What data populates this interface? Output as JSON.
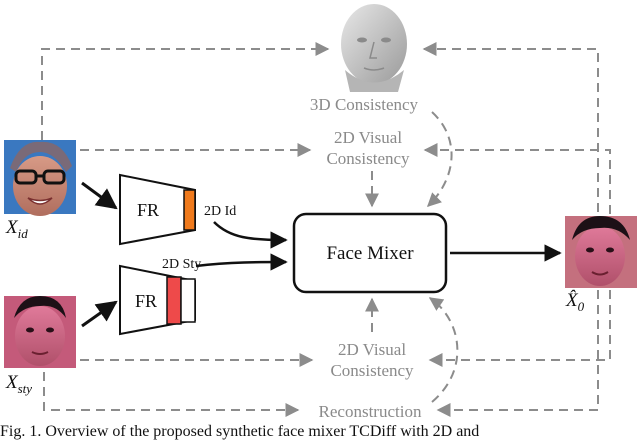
{
  "labels": {
    "consistency_3d": "3D Consistency",
    "visual_top_line1": "2D Visual",
    "visual_top_line2": "Consistency",
    "visual_bottom_line1": "2D Visual",
    "visual_bottom_line2": "Consistency",
    "reconstruction": "Reconstruction",
    "fr_top": "FR",
    "fr_bottom": "FR",
    "id_feature": "2D Id",
    "sty_feature": "2D Sty",
    "face_mixer": "Face Mixer"
  },
  "variables": {
    "x_id_base": "X",
    "x_id_sub": "id",
    "x_sty_base": "X",
    "x_sty_sub": "sty",
    "output_base": "X̂",
    "output_sub": "0"
  },
  "caption": "Fig. 1.  Overview of the proposed synthetic face mixer TCDiff with 2D and",
  "colors": {
    "dashed_line": "#8c8c8c",
    "label_gray": "#8a8a8a",
    "fr_orange": "#f07a1c",
    "fr_red": "#ee4a4a",
    "fr_white": "#ffffff",
    "stroke": "#111111"
  }
}
